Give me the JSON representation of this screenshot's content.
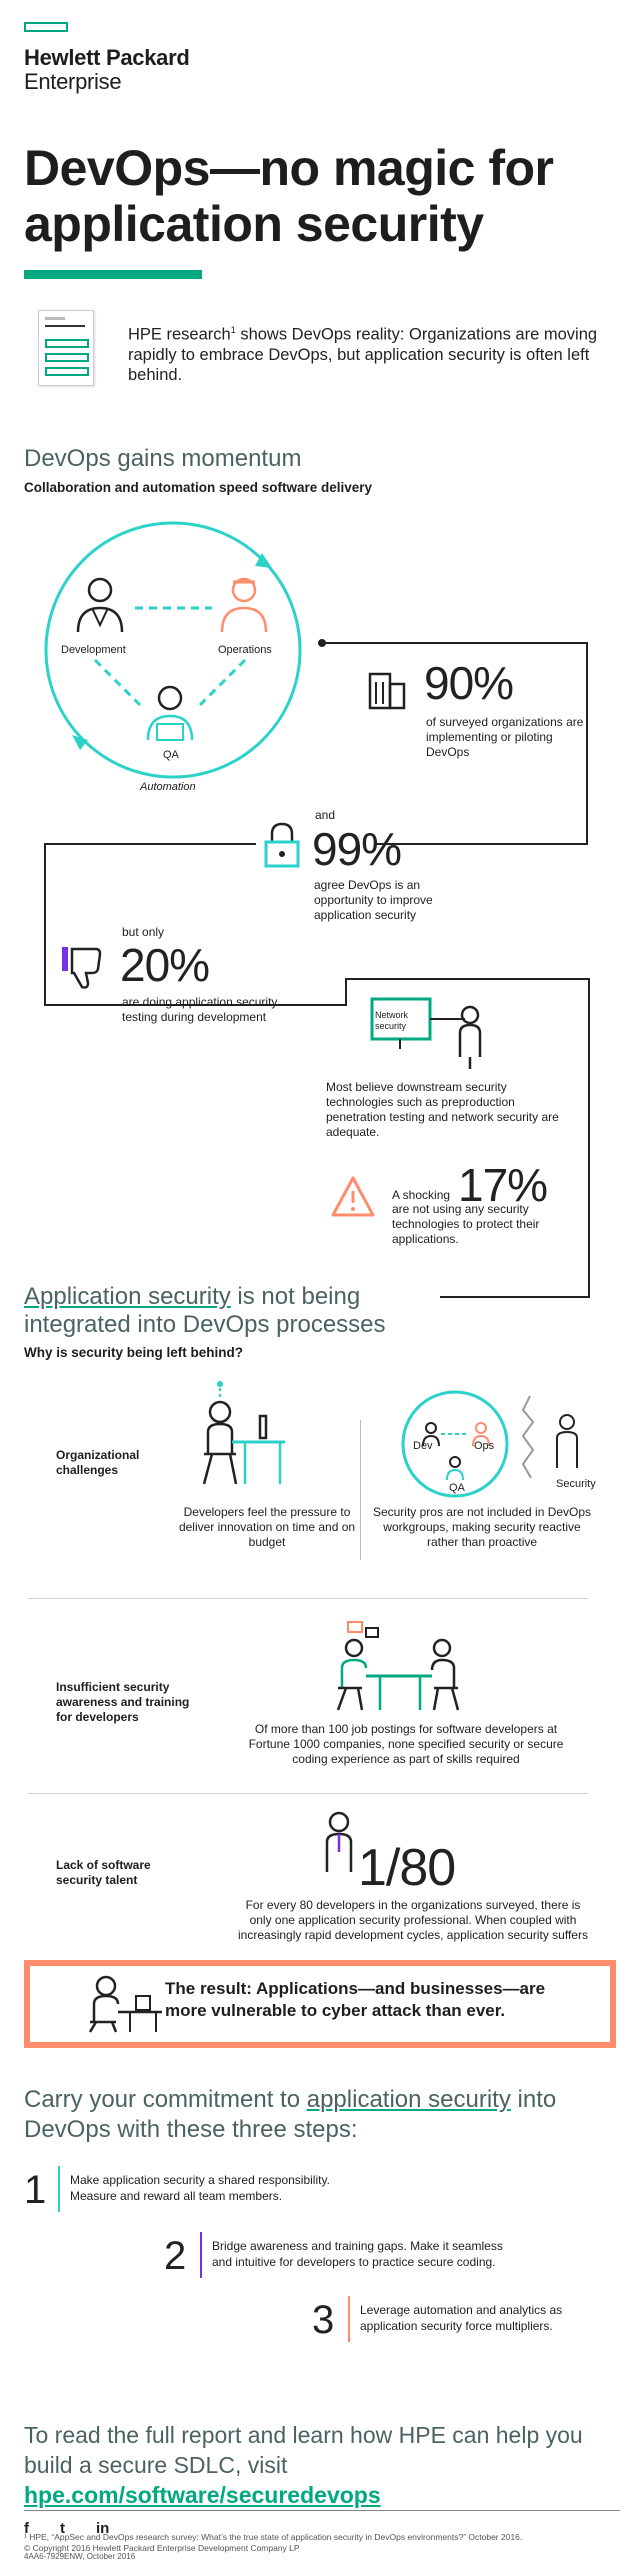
{
  "brand": {
    "line1": "Hewlett Packard",
    "line2": "Enterprise",
    "accent": "#01a982"
  },
  "title": "DevOps—no magic for application security",
  "intro": {
    "text_a": "HPE research",
    "sup": "1",
    "text_b": " shows DevOps reality: Organizations are moving rapidly to embrace DevOps, but application security is often left behind."
  },
  "momentum": {
    "heading": "DevOps gains momentum",
    "subheading": "Collaboration and automation speed software delivery",
    "roles": {
      "development": "Development",
      "operations": "Operations",
      "qa": "QA",
      "automation": "Automation"
    },
    "stat1": {
      "value": "90%",
      "text": "of surveyed organizations are implementing or piloting  DevOps"
    },
    "stat2": {
      "prefix": "and",
      "value": "99%",
      "text": "agree DevOps is an opportunity to improve application security"
    },
    "stat3": {
      "prefix": "but only",
      "value": "20%",
      "text": "are doing application security testing during development"
    },
    "network_label": "Network security",
    "downstream": "Most believe downstream security technologies such as preproduction penetration testing and network security are adequate.",
    "stat4": {
      "prefix": "A shocking",
      "value": "17%",
      "text": "are not using any security technologies to protect their applications."
    }
  },
  "integration": {
    "heading_u": "Application security",
    "heading_rest": " is not being integrated into DevOps processes",
    "subheading": "Why is security being left behind?",
    "row1": {
      "label": "Organizational challenges",
      "left": "Developers feel the pressure to deliver innovation on time and on budget",
      "dev": "Dev",
      "ops": "Ops",
      "qa": "QA",
      "security": "Security",
      "right": "Security pros are not included in DevOps workgroups, making security reactive rather than proactive"
    },
    "row2": {
      "label": "Insufficient security awareness and training for developers",
      "text": "Of more than 100 job postings for software developers at Fortune 1000 companies, none specified security or secure coding experience as part of skills required"
    },
    "row3": {
      "label": "Lack of software security talent",
      "ratio": "1/80",
      "text": "For every 80 developers in the organizations surveyed, there is only one application security professional.  When coupled with increasingly rapid development cycles, application security suffers"
    }
  },
  "result": "The result: Applications—and businesses—are more vulnerable to cyber attack than ever.",
  "carry": {
    "a": "Carry your commitment to ",
    "u": "application security",
    "b": " into DevOps with these three steps:"
  },
  "steps": [
    {
      "num": "1",
      "text": "Make application security a shared responsibility. Measure and reward all team members.",
      "color": "#2ad2c9"
    },
    {
      "num": "2",
      "text": "Bridge awareness and training gaps. Make it seamless and intuitive for developers to practice secure coding.",
      "color": "#7630ea"
    },
    {
      "num": "3",
      "text": "Leverage automation and analytics as application security force multipliers.",
      "color": "#ff8d6d"
    }
  ],
  "final": {
    "a": "To read the full report and learn how HPE can help you build a secure SDLC, visit ",
    "link": "hpe.com/software/securedevops"
  },
  "social": {
    "facebook": "f",
    "twitter": "t",
    "linkedin": "in"
  },
  "footnote": "¹  HPE, “AppSec and DevOps research survey: What’s the true state of application security in DevOps environments?” October 2016.",
  "copyright": "© Copyright 2016 Hewlett Packard Enterprise Development Company LP",
  "docid": "4AA6-7929ENW, October 2016"
}
